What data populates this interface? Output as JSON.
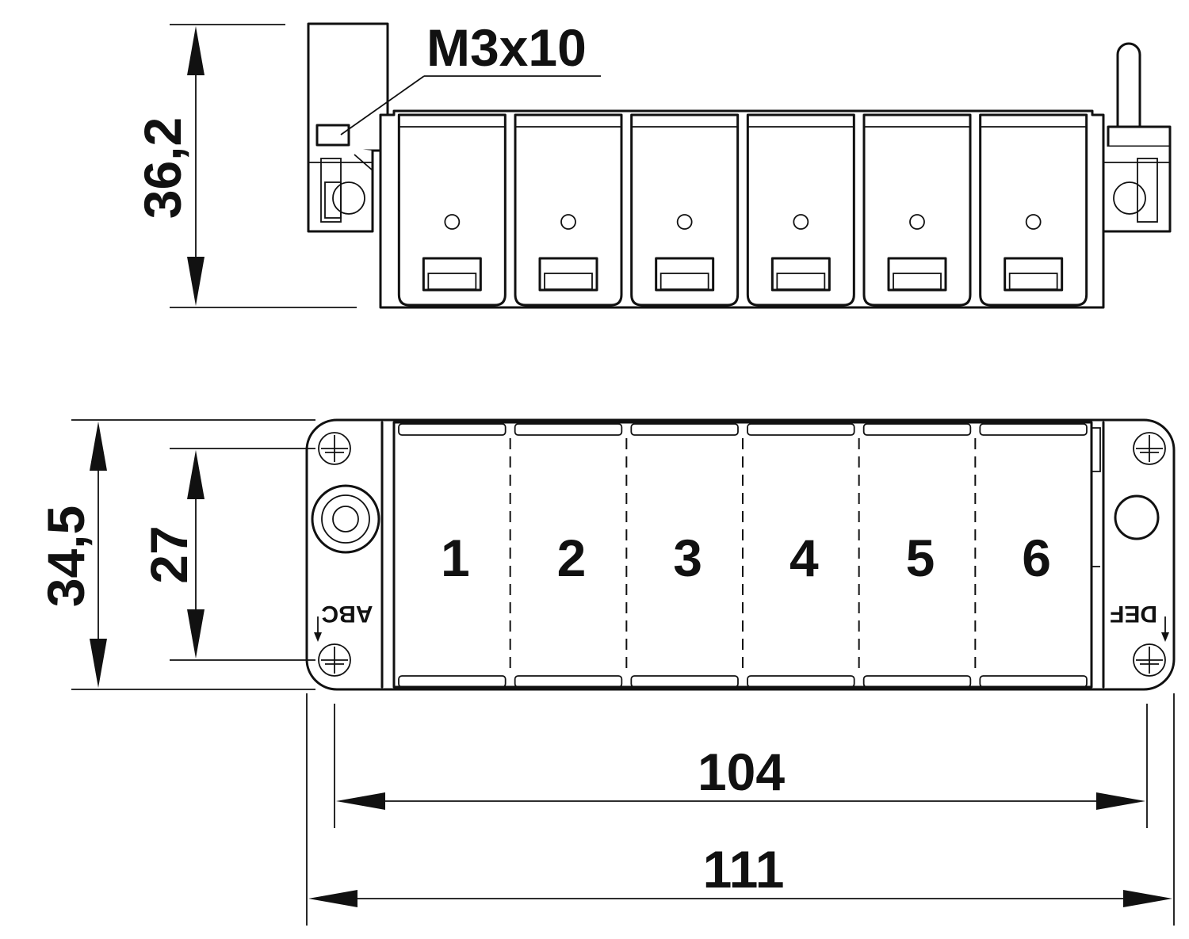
{
  "dimensions": {
    "height": "36,2",
    "depth_outer": "34,5",
    "depth_inner": "27",
    "width_inner": "104",
    "width_outer": "111",
    "screw": "M3x10"
  },
  "positions": [
    "1",
    "2",
    "3",
    "4",
    "5",
    "6"
  ],
  "side_labels": {
    "left": "ABC",
    "right": "DEF"
  }
}
